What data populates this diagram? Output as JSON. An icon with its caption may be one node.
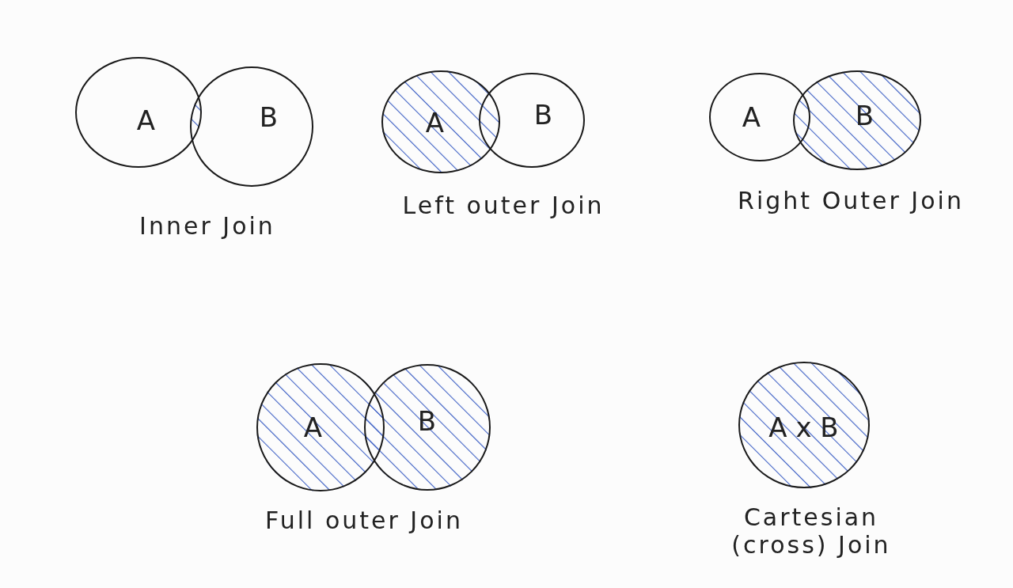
{
  "diagram": {
    "nodes": [
      {
        "text": [
          "A"
        ]
      },
      {
        "text": [
          "B"
        ]
      },
      {
        "text": [
          "A"
        ]
      },
      {
        "text": [
          "B"
        ]
      },
      {
        "text": [
          "A"
        ]
      },
      {
        "text": [
          "B"
        ]
      },
      {
        "text": [
          "A"
        ]
      },
      {
        "text": [
          "B"
        ]
      },
      {
        "text": [
          "A x B"
        ]
      }
    ],
    "labels": [
      "Inner Join",
      "Left outer Join",
      "Right Outer Join",
      "Full outer Join",
      "Cartesian (cross) Join"
    ]
  }
}
